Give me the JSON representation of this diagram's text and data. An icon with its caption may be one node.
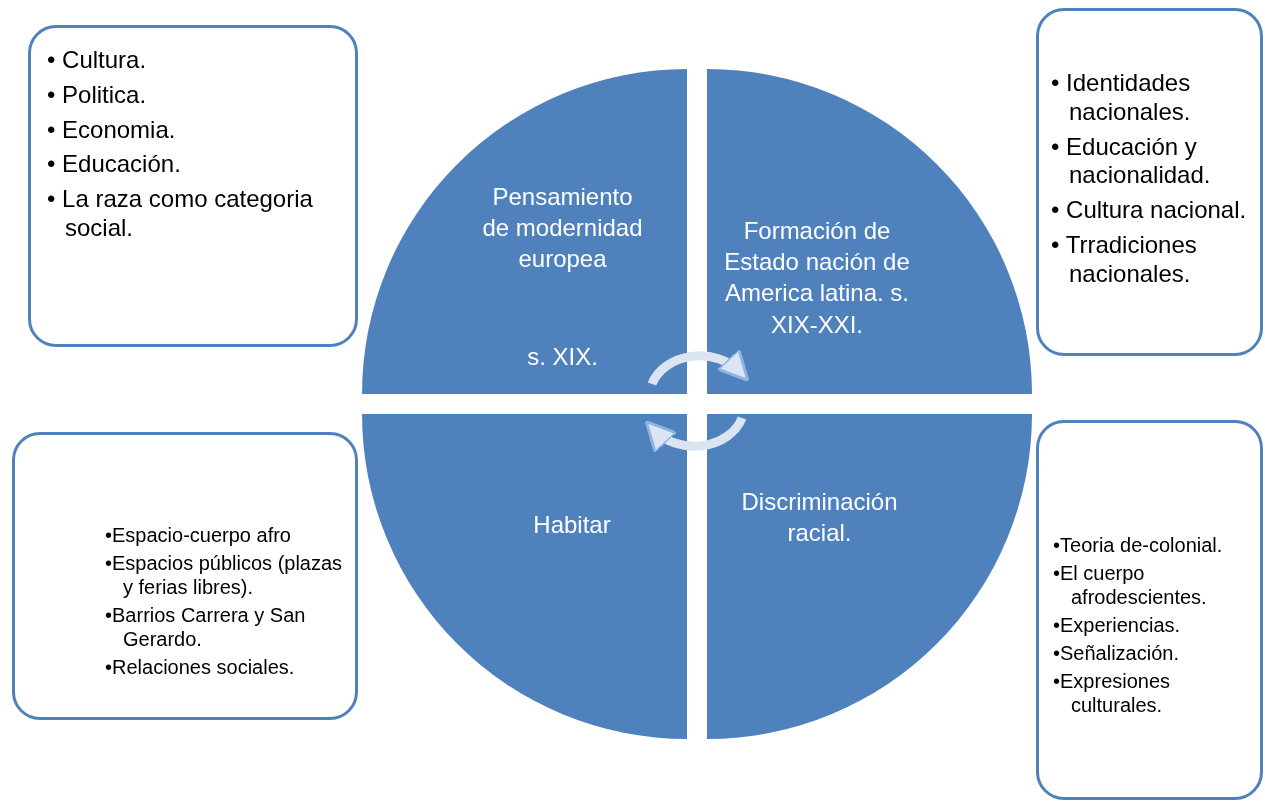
{
  "diagram": {
    "nodes": [
      {
        "text": [
          "• Cultura.",
          "• Politica.",
          "• Economia.",
          "• Educación.",
          "• La raza como categoria social."
        ]
      },
      {
        "text": [
          "Pensamiento de modernidad europea",
          "s. XIX."
        ]
      },
      {
        "text": [
          "Formación de Estado nación de America latina. s. XIX-XXI."
        ]
      },
      {
        "text": [
          "• Identidades nacionales.",
          "• Educación y nacionalidad.",
          "• Cultura nacional.",
          "• Trradiciones nacionales."
        ]
      },
      {
        "text": [
          "•Espacio-cuerpo afro",
          "•Espacios públicos (plazas y ferias libres).",
          "•Barrios Carrera y San Gerardo.",
          "•Relaciones sociales."
        ]
      },
      {
        "text": [
          "Habitar"
        ]
      },
      {
        "text": [
          "Discriminación racial."
        ]
      },
      {
        "text": [
          "•Teoria de-colonial.",
          "•El cuerpo afrodescientes.",
          "•Experiencias.",
          "•Señalización.",
          "•Expresiones culturales."
        ]
      }
    ],
    "edges": [
      {
        "from": 1,
        "to": 2,
        "arrow": "to"
      },
      {
        "from": 6,
        "to": 5,
        "arrow": "to"
      }
    ]
  }
}
